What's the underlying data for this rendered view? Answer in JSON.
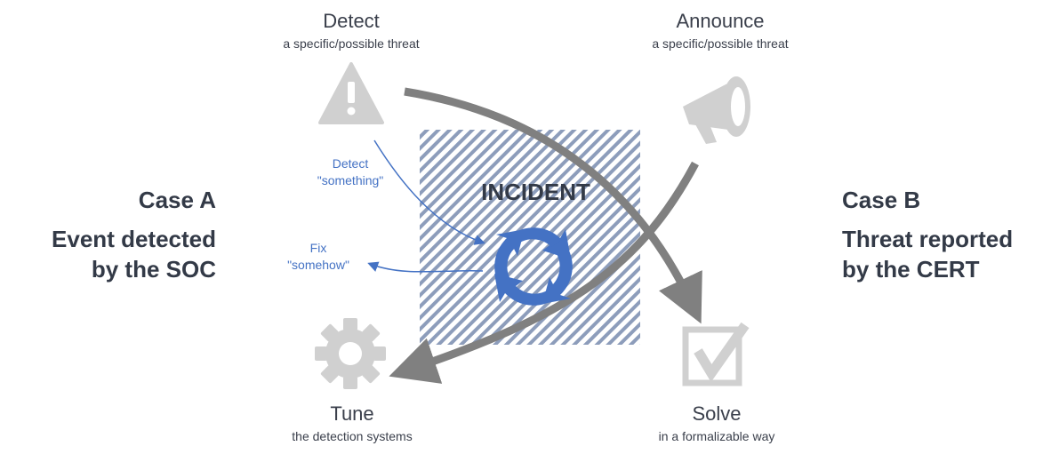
{
  "nodes": {
    "detect": {
      "title": "Detect",
      "subtitle": "a specific/possible threat",
      "icon": "warning-triangle-icon"
    },
    "announce": {
      "title": "Announce",
      "subtitle": "a specific/possible threat",
      "icon": "megaphone-icon"
    },
    "tune": {
      "title": "Tune",
      "subtitle": "the detection systems",
      "icon": "gear-icon"
    },
    "solve": {
      "title": "Solve",
      "subtitle": "in a formalizable way",
      "icon": "checkbox-icon"
    }
  },
  "incident": {
    "label": "INCIDENT",
    "icon": "cycle-arrows-icon"
  },
  "case_a": {
    "title": "Case A",
    "desc_line1": "Event detected",
    "desc_line2": "by the SOC"
  },
  "case_b": {
    "title": "Case B",
    "desc_line1": "Threat reported",
    "desc_line2": "by the CERT"
  },
  "annotations": {
    "detect_something": {
      "line1": "Detect",
      "line2": "\"something\""
    },
    "fix_somehow": {
      "line1": "Fix",
      "line2": "\"somehow\""
    }
  },
  "colors": {
    "text": "#3a3f4b",
    "icon_gray": "#d0d0d0",
    "arrow_gray": "#808080",
    "accent_blue": "#4472c4",
    "hatch": "#8d9dbb"
  }
}
